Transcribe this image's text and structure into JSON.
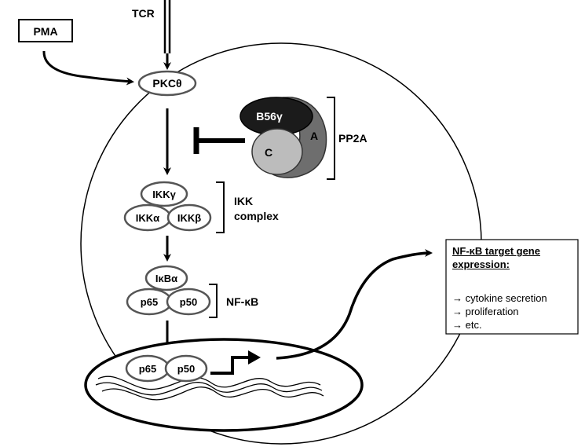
{
  "tcr": "TCR",
  "pma": "PMA",
  "pkc": "PKCθ",
  "pp2a": {
    "b56": "B56γ",
    "a": "A",
    "c": "C",
    "label": "PP2A"
  },
  "ikk": {
    "gamma": "IKKγ",
    "alpha": "IKKα",
    "beta": "IKKβ",
    "label_line1": "IKK",
    "label_line2": "complex"
  },
  "nfkb": {
    "ikb": "IκBα",
    "p65": "p65",
    "p50": "p50",
    "label": "NF-κB"
  },
  "nucleus": {
    "p65": "p65",
    "p50": "p50"
  },
  "target_box": {
    "title_line1": "NF-κB target gene",
    "title_line2": "expression:",
    "items": [
      "→ cytokine secretion",
      "→ proliferation",
      "→ etc."
    ]
  }
}
